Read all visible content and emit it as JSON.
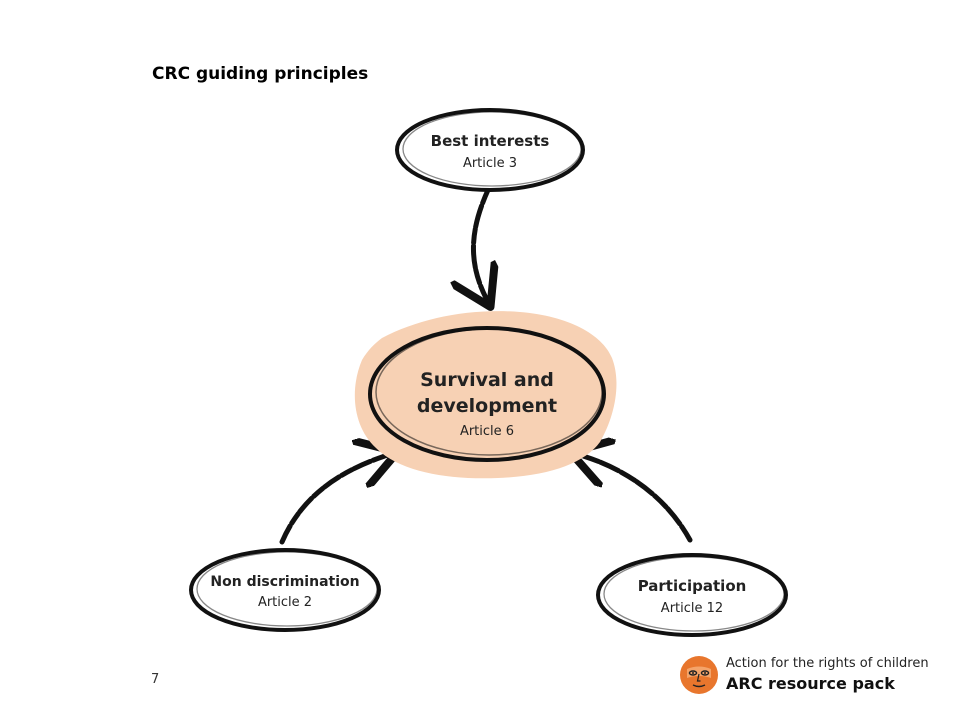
{
  "title": "CRC guiding principles",
  "diagram": {
    "center": {
      "title_line1": "Survival and",
      "title_line2": "development",
      "subtitle": "Article 6",
      "fill_color": "#f7d1b4"
    },
    "top": {
      "title": "Best interests",
      "subtitle": "Article 3"
    },
    "left": {
      "title": "Non discrimination",
      "subtitle": "Article 2"
    },
    "right": {
      "title": "Participation",
      "subtitle": "Article 12"
    }
  },
  "page_number": "7",
  "footer": {
    "tagline": "Action for the rights of children",
    "brand": "ARC resource pack",
    "logo_color": "#e8762d",
    "logo_icon": "face-logo-icon"
  }
}
